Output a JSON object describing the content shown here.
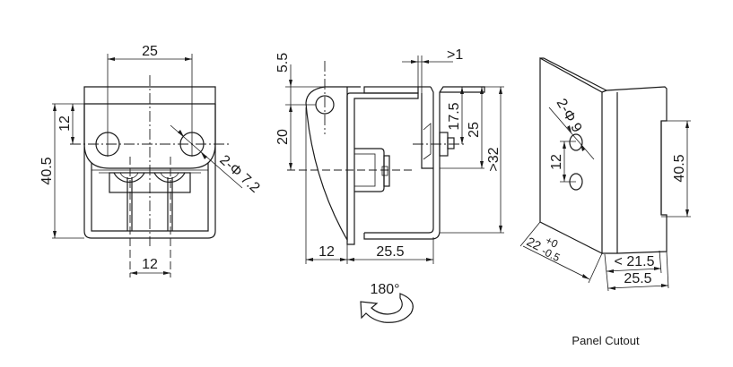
{
  "front_view": {
    "dim_hole_spacing": "25",
    "dim_hole_offset": "12",
    "dim_height": "40.5",
    "dim_hole_dia": "2-Φ 7.2",
    "dim_screw_spacing": "12"
  },
  "side_view": {
    "dim_top_offset": "5.5",
    "dim_pivot_height": "20",
    "dim_clearance": ">1",
    "dim_17_5": "17.5",
    "dim_25": "25",
    "dim_panel_thickness": ">32",
    "dim_left": "12",
    "dim_depth": "25.5",
    "rotation_label": "180°"
  },
  "panel_cutout": {
    "dim_hole_dia": "2-Φ 9",
    "dim_hole_spacing": "12",
    "dim_cutout_height": "40.5",
    "dim_edge_tol_upper": "+0",
    "dim_edge_nominal": "22",
    "dim_edge_tol_lower": "-0.5",
    "dim_inner_width": "< 21.5",
    "dim_outer_width": "25.5",
    "caption": "Panel Cutout"
  }
}
